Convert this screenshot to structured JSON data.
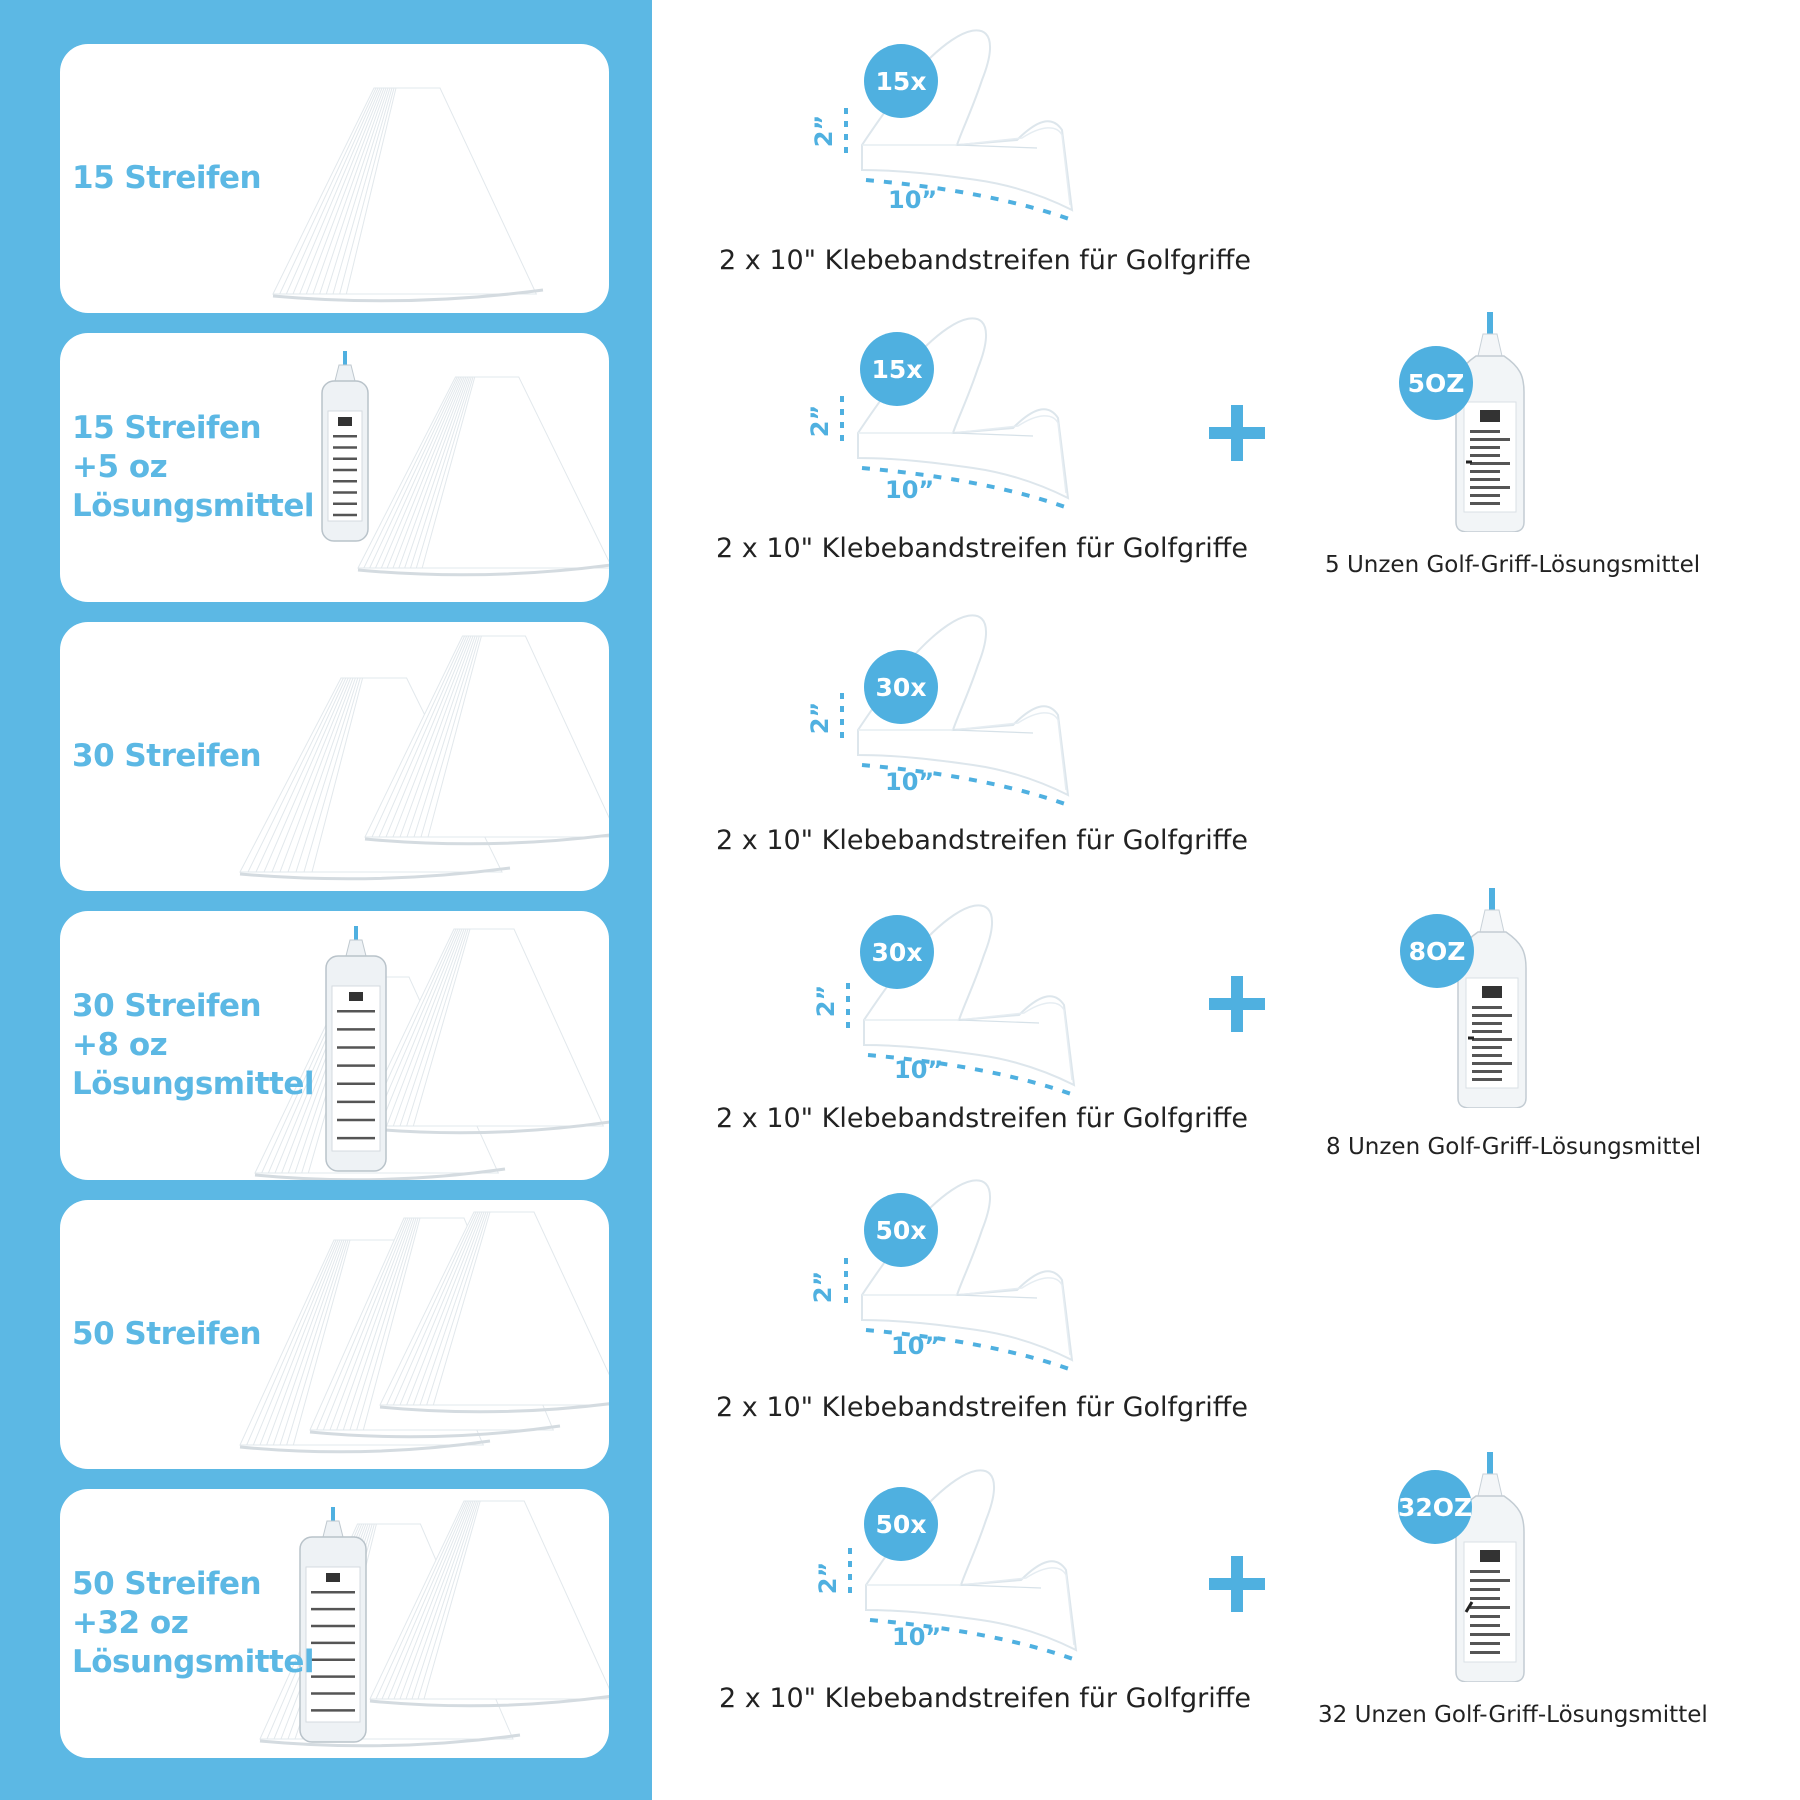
{
  "colors": {
    "accent": "#5cb8e4",
    "badge": "#4fb0e0",
    "text": "#222222"
  },
  "cards": [
    {
      "lines": [
        "15 Streifen"
      ],
      "has_bottle": false,
      "stacks": 1
    },
    {
      "lines": [
        "15 Streifen",
        "+5 oz",
        "Lösungsmittel"
      ],
      "has_bottle": true,
      "stacks": 1
    },
    {
      "lines": [
        "30 Streifen"
      ],
      "has_bottle": false,
      "stacks": 2
    },
    {
      "lines": [
        "30 Streifen",
        "+8 oz",
        "Lösungsmittel"
      ],
      "has_bottle": true,
      "stacks": 2
    },
    {
      "lines": [
        "50 Streifen"
      ],
      "has_bottle": false,
      "stacks": 3
    },
    {
      "lines": [
        "50 Streifen",
        "+32 oz",
        "Lösungsmittel"
      ],
      "has_bottle": true,
      "stacks": 2
    }
  ],
  "rows": [
    {
      "badge": "15x",
      "height_label": "2”",
      "width_label": "10”",
      "caption": "2 x 10\" Klebebandstreifen für Golfgriffe",
      "solvent": null
    },
    {
      "badge": "15x",
      "height_label": "2”",
      "width_label": "10”",
      "caption": "2 x 10\" Klebebandstreifen für Golfgriffe",
      "solvent": {
        "badge": "5OZ",
        "caption": "5 Unzen Golf-Griff-Lösungsmittel"
      }
    },
    {
      "badge": "30x",
      "height_label": "2”",
      "width_label": "10”",
      "caption": "2 x 10\" Klebebandstreifen für Golfgriffe",
      "solvent": null
    },
    {
      "badge": "30x",
      "height_label": "2”",
      "width_label": "10”",
      "caption": "2 x 10\" Klebebandstreifen für Golfgriffe",
      "solvent": {
        "badge": "8OZ",
        "caption": "8 Unzen Golf-Griff-Lösungsmittel"
      }
    },
    {
      "badge": "50x",
      "height_label": "2”",
      "width_label": "10”",
      "caption": "2 x 10\" Klebebandstreifen für Golfgriffe",
      "solvent": null
    },
    {
      "badge": "50x",
      "height_label": "2”",
      "width_label": "10”",
      "caption": "2 x 10\" Klebebandstreifen für Golfgriffe",
      "solvent": {
        "badge": "32OZ",
        "caption": "32 Unzen Golf-Griff-Lösungsmittel"
      }
    }
  ]
}
